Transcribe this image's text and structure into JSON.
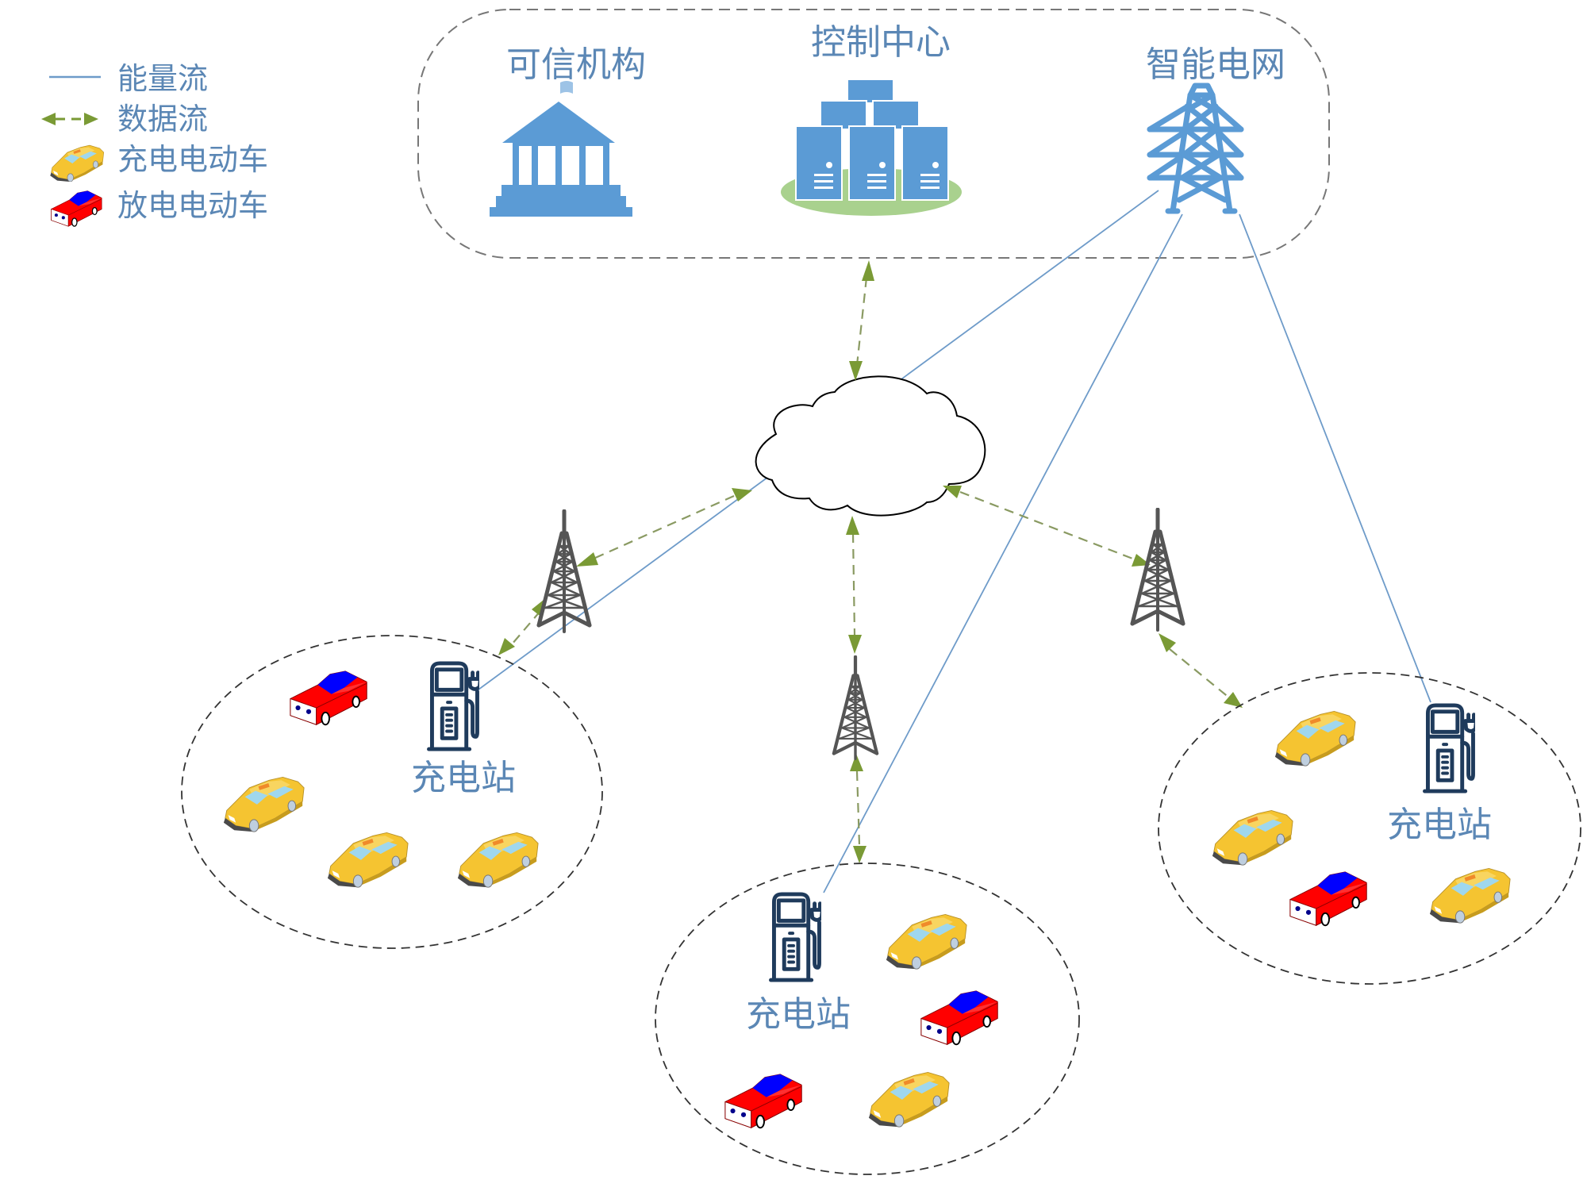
{
  "legend": {
    "energy_flow": "能量流",
    "data_flow": "数据流",
    "charging_ev": "充电电动车",
    "discharging_ev": "放电电动车"
  },
  "top_group": {
    "trusted_authority": "可信机构",
    "control_center": "控制中心",
    "smart_grid": "智能电网"
  },
  "network": {
    "cloud_icon": "cloud-icon",
    "towers": [
      "cell-tower-left",
      "cell-tower-middle",
      "cell-tower-right"
    ]
  },
  "stations": [
    {
      "label": "充电站",
      "cars": [
        "discharging",
        "charging",
        "charging",
        "charging"
      ]
    },
    {
      "label": "充电站",
      "cars": [
        "charging",
        "discharging",
        "discharging",
        "charging"
      ]
    },
    {
      "label": "充电站",
      "cars": [
        "charging",
        "charging",
        "discharging",
        "charging"
      ]
    }
  ],
  "colors": {
    "label_text": "#5B87B5",
    "icon_blue": "#5B9BD5",
    "energy_line": "#6E9BC9",
    "data_arrow": "#7A9A35",
    "platform_green": "#A9D18E",
    "charger_navy": "#1F3B5C",
    "tower_gray": "#555555",
    "taxi_yellow": "#F5C431",
    "ev_red": "#FF0000",
    "ev_blue": "#0000FF"
  }
}
